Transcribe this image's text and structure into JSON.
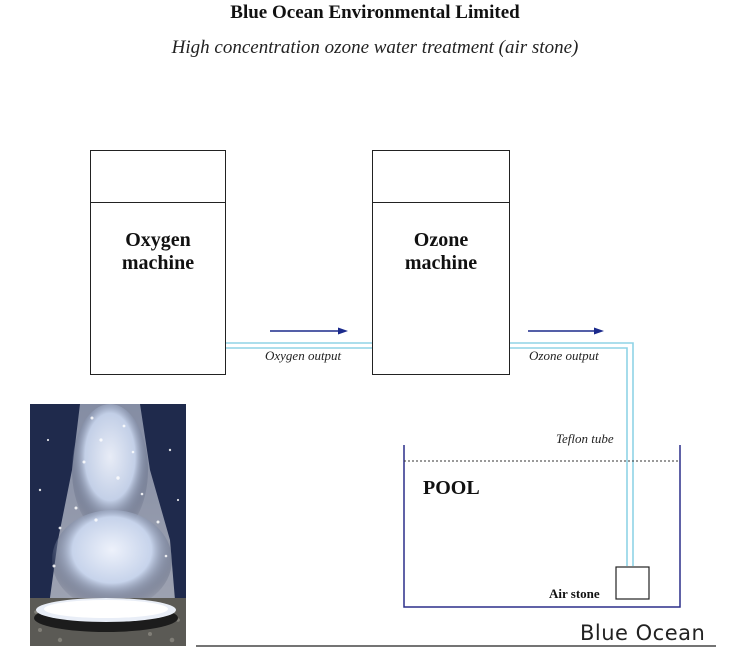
{
  "header": {
    "company": "Blue Ocean Environmental Limited",
    "subtitle": "High concentration ozone water treatment (air stone)"
  },
  "nodes": {
    "oxygen_machine": {
      "line1": "Oxygen",
      "line2": "machine"
    },
    "ozone_machine": {
      "line1": "Ozone",
      "line2": "machine"
    },
    "pool": "POOL",
    "air_stone": "Air stone"
  },
  "edges": {
    "oxygen_output": "Oxygen output",
    "ozone_output": "Ozone output",
    "teflon_tube": "Teflon tube"
  },
  "footer": {
    "brand": "Blue Ocean"
  },
  "colors": {
    "tube": "#8fd3e6",
    "arrow": "#1b2a8c",
    "pool_border": "#2b2f8a",
    "photo_background": "#1a2340"
  }
}
